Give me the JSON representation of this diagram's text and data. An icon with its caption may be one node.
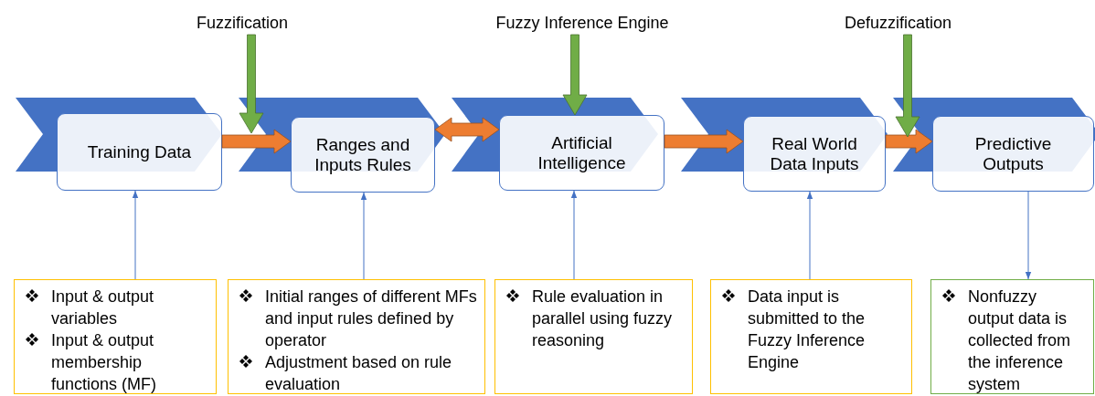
{
  "diagram": {
    "nodes": [
      {
        "text": [
          "Training Data"
        ]
      },
      {
        "text": [
          "Ranges and Inputs Rules"
        ]
      },
      {
        "text": [
          "Artificial Intelligence"
        ]
      },
      {
        "text": [
          "Real World Data Inputs"
        ]
      },
      {
        "text": [
          "Predictive Outputs"
        ]
      },
      {
        "text": [
          "Input & output variables",
          "Input & output membership functions (MF)"
        ]
      },
      {
        "text": [
          "Initial ranges of different MFs and input rules defined by operator",
          "Adjustment based on rule evaluation"
        ]
      },
      {
        "text": [
          "Rule evaluation in parallel using fuzzy reasoning"
        ]
      },
      {
        "text": [
          "Data input is submitted to the Fuzzy Inference Engine"
        ]
      },
      {
        "text": [
          "Nonfuzzy output data is collected from the inference system"
        ]
      },
      {
        "text": [
          "Fuzzification"
        ]
      },
      {
        "text": [
          "Fuzzy Inference Engine"
        ]
      },
      {
        "text": [
          "Defuzzification"
        ]
      }
    ],
    "edges": [
      {
        "from": 0,
        "to": 1,
        "arrow": "to",
        "style": "thick",
        "color": "#ed7d31"
      },
      {
        "from": 1,
        "to": 2,
        "arrow": "both",
        "style": "thick",
        "color": "#ed7d31"
      },
      {
        "from": 2,
        "to": 3,
        "arrow": "to",
        "style": "thick",
        "color": "#ed7d31"
      },
      {
        "from": 3,
        "to": 4,
        "arrow": "to",
        "style": "thick",
        "color": "#ed7d31"
      },
      {
        "from": 5,
        "to": 0,
        "arrow": "to"
      },
      {
        "from": 6,
        "to": 1,
        "arrow": "to"
      },
      {
        "from": 7,
        "to": 2,
        "arrow": "to"
      },
      {
        "from": 8,
        "to": 3,
        "arrow": "to"
      },
      {
        "from": 4,
        "to": 9,
        "arrow": "to"
      },
      {
        "from": 10,
        "to": null,
        "arrow": "to",
        "style": "thick",
        "color": "#70ad47"
      },
      {
        "from": 11,
        "to": 2,
        "arrow": "to",
        "style": "thick",
        "color": "#70ad47"
      },
      {
        "from": 12,
        "to": null,
        "arrow": "to",
        "style": "thick",
        "color": "#70ad47"
      }
    ]
  }
}
